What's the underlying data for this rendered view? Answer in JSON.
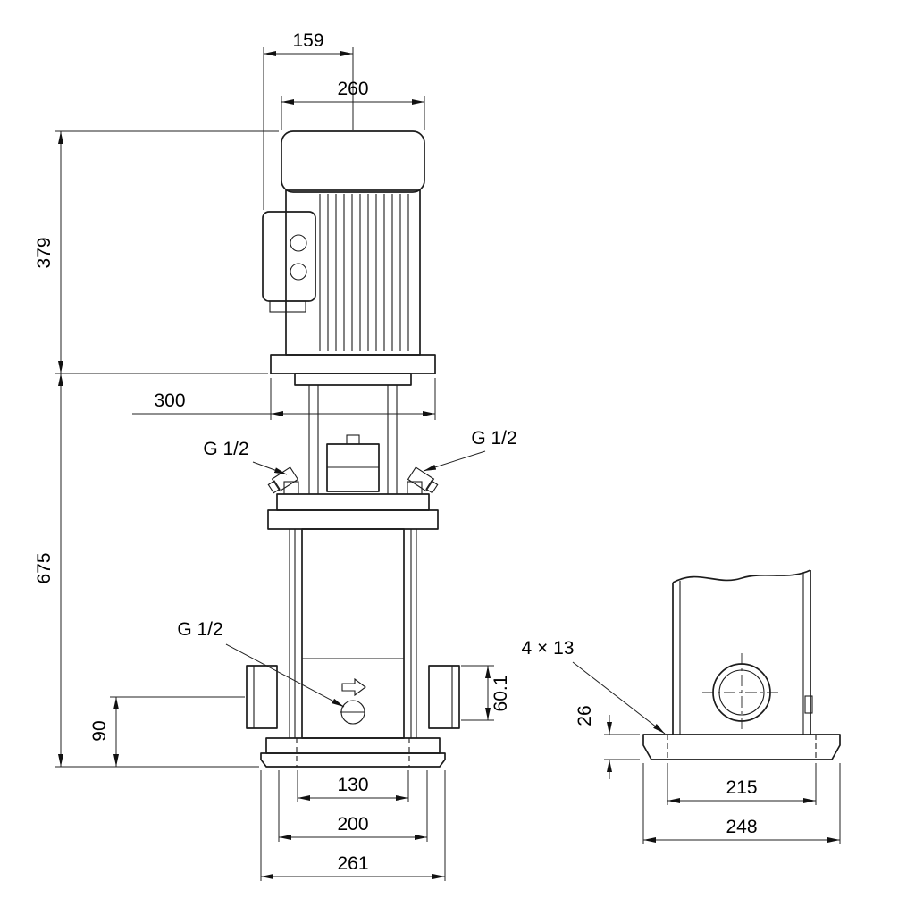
{
  "dimensions": {
    "front_view": {
      "motor_edge_to_center": "159",
      "motor_width": "260",
      "motor_height": "379",
      "motor_flange_width": "300",
      "pump_height": "675",
      "port_centerline_height": "90",
      "port_offset": "60.1",
      "chamber_width": "130",
      "base_bolt_spacing": "200",
      "base_width": "261"
    },
    "side_view": {
      "bolt_holes": "4 × 13",
      "base_plate_height": "26",
      "bolt_hole_spacing": "215",
      "base_plate_width": "248"
    },
    "connections": {
      "gauge_port_left": "G 1/2",
      "gauge_port_right": "G 1/2",
      "drain_port": "G 1/2"
    }
  }
}
